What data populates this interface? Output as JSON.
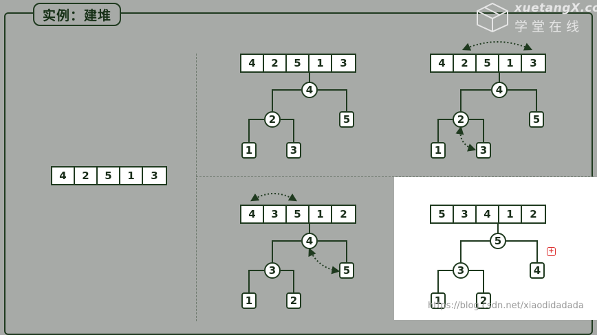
{
  "title": "实例：建堆",
  "logo": {
    "brand_latin": "xuetangX.com",
    "brand_cn": "学堂在线"
  },
  "watermark": "https://blog.csdn.net/xiaodidadada",
  "initial_array": [
    "4",
    "2",
    "5",
    "1",
    "3"
  ],
  "panels": [
    {
      "array": [
        "4",
        "2",
        "5",
        "1",
        "3"
      ],
      "tree": {
        "root": "4",
        "mid": "2",
        "right": "5",
        "ll": "1",
        "lr": "3"
      }
    },
    {
      "array": [
        "4",
        "2",
        "5",
        "1",
        "3"
      ],
      "tree": {
        "root": "4",
        "mid": "2",
        "right": "5",
        "ll": "1",
        "lr": "3"
      }
    },
    {
      "array": [
        "4",
        "3",
        "5",
        "1",
        "2"
      ],
      "tree": {
        "root": "4",
        "mid": "3",
        "right": "5",
        "ll": "1",
        "lr": "2"
      }
    },
    {
      "array": [
        "5",
        "3",
        "4",
        "1",
        "2"
      ],
      "tree": {
        "root": "5",
        "mid": "3",
        "right": "4",
        "ll": "1",
        "lr": "2"
      }
    }
  ],
  "colors": {
    "ink": "#1f3a1f",
    "background": "#a7aaa7",
    "panel_white": "#ffffff",
    "marker": "#dd3333"
  }
}
